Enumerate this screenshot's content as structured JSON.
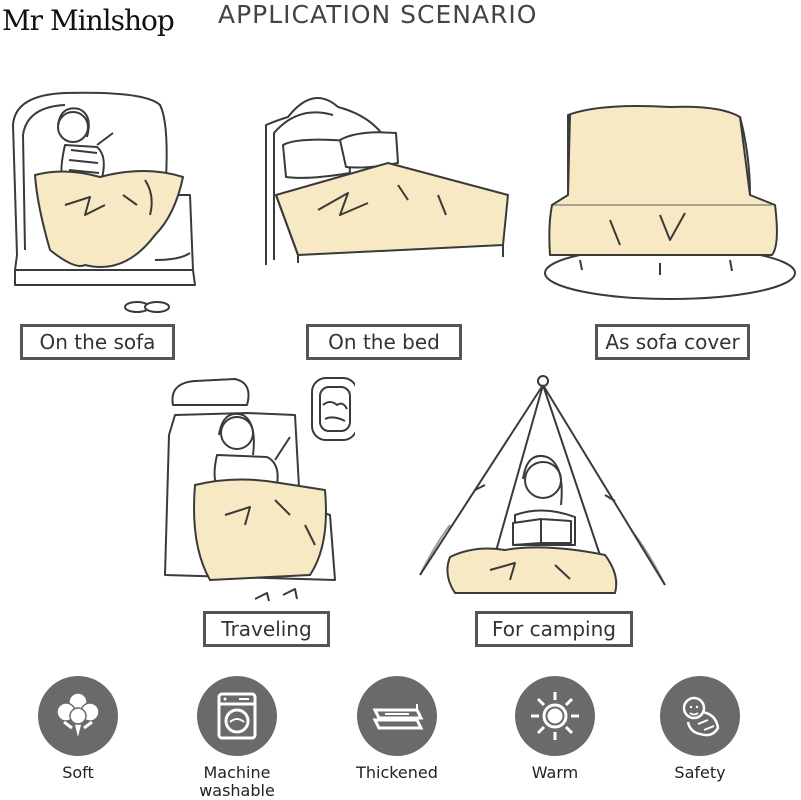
{
  "header": {
    "shop_name": "Mr Minlshop",
    "title": "APPLICATION SCENARIO"
  },
  "colors": {
    "blanket": "#f6e9c4",
    "line": "#3a3a3a",
    "icon_bg": "#6a6a6a"
  },
  "scenarios": [
    {
      "label": "On the sofa"
    },
    {
      "label": "On the bed"
    },
    {
      "label": "As sofa cover"
    },
    {
      "label": "Traveling"
    },
    {
      "label": "For camping"
    }
  ],
  "features": [
    {
      "label": "Soft",
      "icon": "cotton-icon"
    },
    {
      "label": "Machine\nwashable",
      "icon": "washing-machine-icon"
    },
    {
      "label": "Thickened",
      "icon": "layers-icon"
    },
    {
      "label": "Warm",
      "icon": "sun-icon"
    },
    {
      "label": "Safety",
      "icon": "baby-icon"
    }
  ]
}
